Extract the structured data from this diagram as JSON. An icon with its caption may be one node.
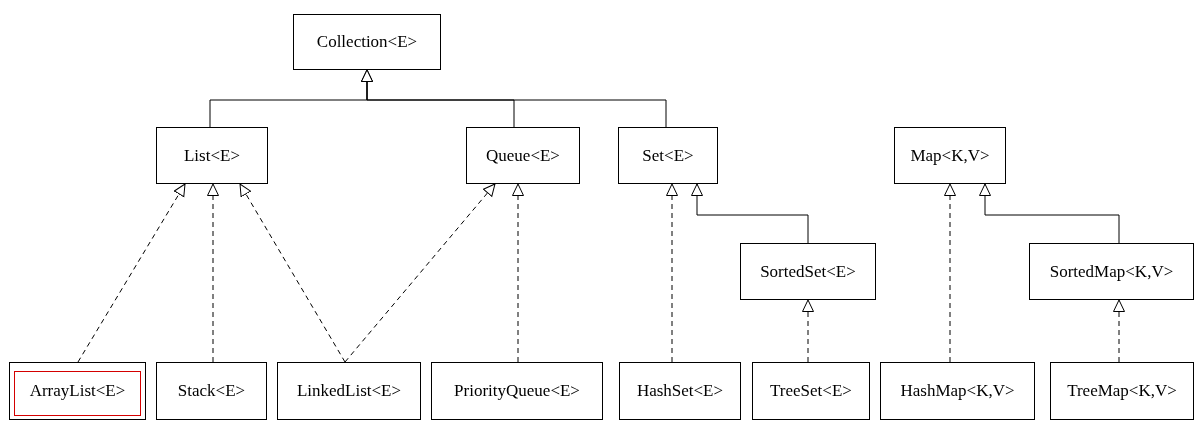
{
  "diagram": {
    "nodes": [
      {
        "text": [
          "Collection<E>"
        ]
      },
      {
        "text": [
          "List<E>"
        ]
      },
      {
        "text": [
          "Queue<E>"
        ]
      },
      {
        "text": [
          "Set<E>"
        ]
      },
      {
        "text": [
          "Map<K,V>"
        ]
      },
      {
        "text": [
          "SortedSet<E>"
        ]
      },
      {
        "text": [
          "SortedMap<K,V>"
        ]
      },
      {
        "text": [
          "ArrayList<E>"
        ]
      },
      {
        "text": [
          "Stack<E>"
        ]
      },
      {
        "text": [
          "LinkedList<E>"
        ]
      },
      {
        "text": [
          "PriorityQueue<E>"
        ]
      },
      {
        "text": [
          "HashSet<E>"
        ]
      },
      {
        "text": [
          "TreeSet<E>"
        ]
      },
      {
        "text": [
          "HashMap<K,V>"
        ]
      },
      {
        "text": [
          "TreeMap<K,V>"
        ]
      }
    ],
    "edges": [
      {
        "from": 1,
        "to": 0,
        "arrow": "to"
      },
      {
        "from": 2,
        "to": 0,
        "arrow": "to"
      },
      {
        "from": 3,
        "to": 0,
        "arrow": "to"
      },
      {
        "from": 5,
        "to": 3,
        "arrow": "to"
      },
      {
        "from": 6,
        "to": 4,
        "arrow": "to"
      },
      {
        "from": 7,
        "to": 1,
        "arrow": "to",
        "style": "dashed"
      },
      {
        "from": 8,
        "to": 1,
        "arrow": "to",
        "style": "dashed"
      },
      {
        "from": 9,
        "to": 1,
        "arrow": "to",
        "style": "dashed"
      },
      {
        "from": 9,
        "to": 2,
        "arrow": "to",
        "style": "dashed"
      },
      {
        "from": 10,
        "to": 2,
        "arrow": "to",
        "style": "dashed"
      },
      {
        "from": 11,
        "to": 3,
        "arrow": "to",
        "style": "dashed"
      },
      {
        "from": 12,
        "to": 5,
        "arrow": "to",
        "style": "dashed"
      },
      {
        "from": 13,
        "to": 4,
        "arrow": "to",
        "style": "dashed"
      },
      {
        "from": 14,
        "to": 6,
        "arrow": "to",
        "style": "dashed"
      }
    ]
  }
}
